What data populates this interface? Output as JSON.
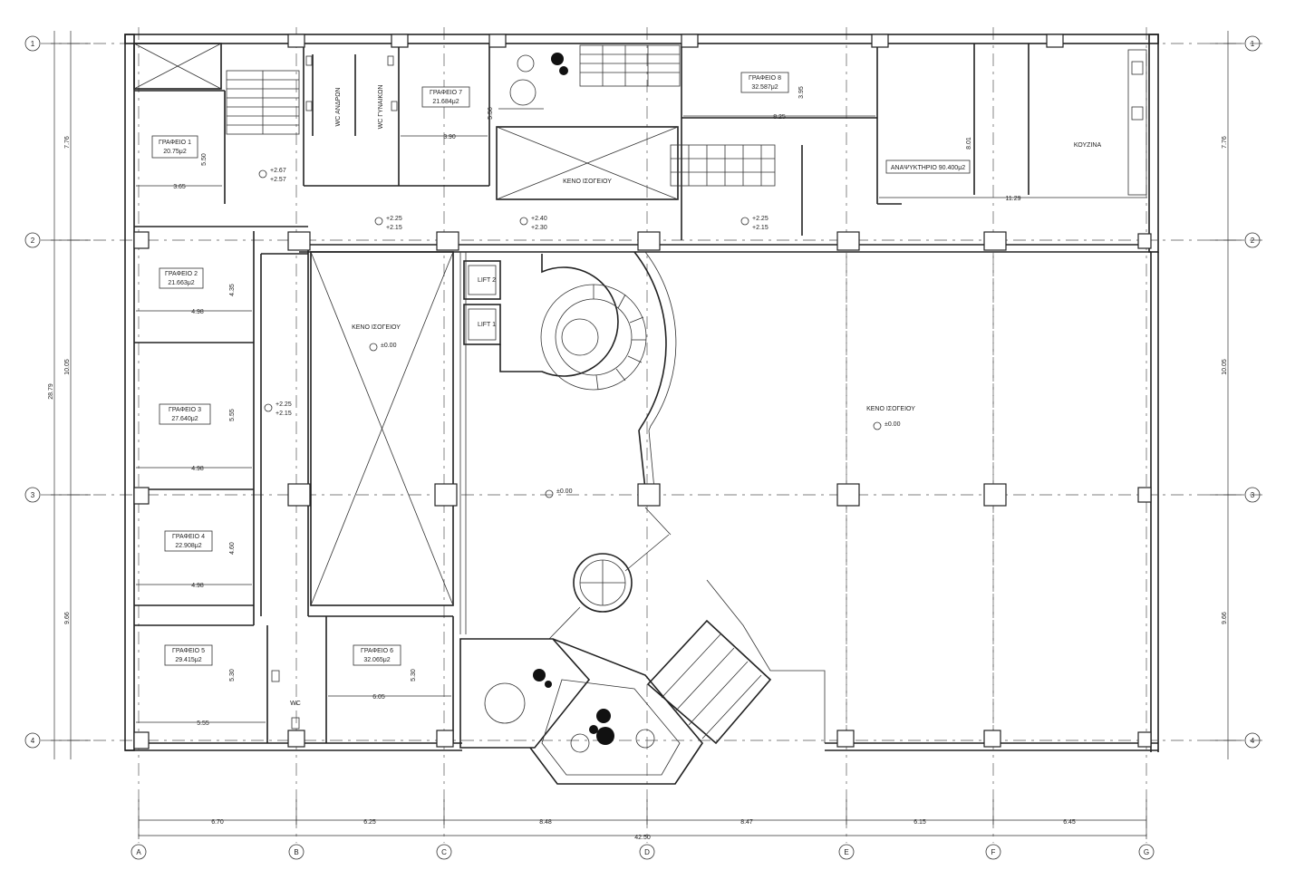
{
  "grid_axes": {
    "columns": [
      "A",
      "B",
      "C",
      "D",
      "E",
      "F",
      "G"
    ],
    "rows": [
      "1",
      "2",
      "3",
      "4"
    ]
  },
  "dimensions": {
    "bottom": [
      "6.70",
      "6.25",
      "8.48",
      "8.47",
      "6.15",
      "6.45"
    ],
    "bottom_total": "42.50",
    "left": [
      "7.76",
      "10.05",
      "9.66"
    ],
    "left_total": "28.79",
    "right": [
      "7.76",
      "10.05",
      "9.66"
    ]
  },
  "rooms": [
    {
      "name": "ΓΡΑΦΕΙΟ 1",
      "area": "20.75μ2"
    },
    {
      "name": "ΓΡΑΦΕΙΟ 2",
      "area": "21.663μ2"
    },
    {
      "name": "ΓΡΑΦΕΙΟ 3",
      "area": "27.640μ2"
    },
    {
      "name": "ΓΡΑΦΕΙΟ 4",
      "area": "22.908μ2"
    },
    {
      "name": "ΓΡΑΦΕΙΟ 5",
      "area": "29.415μ2"
    },
    {
      "name": "ΓΡΑΦΕΙΟ 6",
      "area": "32.065μ2"
    },
    {
      "name": "ΓΡΑΦΕΙΟ 7",
      "area": "21.684μ2"
    },
    {
      "name": "ΓΡΑΦΕΙΟ 8",
      "area": "32.587μ2"
    }
  ],
  "labels": {
    "wc_men": "WC ΑΝΔΡΩΝ",
    "wc_women": "WC ΓΥΝΑΙΚΩΝ",
    "wc": "WC",
    "kitchen": "ΚΟΥΖΙΝΑ",
    "lounge": "ΑΝΑΨΥΚΤΗΡΙΟ 90.400μ2",
    "void_top": "ΚΕΝΟ ΙΣΟΓΕΙΟΥ",
    "void_left": "ΚΕΝΟ ΙΣΟΓΕΙΟΥ",
    "void_main": "ΚΕΝΟ ΙΣΟΓΕΙΟΥ",
    "lift1": "LIFT 1",
    "lift2": "LIFT 2"
  },
  "levels": {
    "l1": "+2.67",
    "l1b": "+2.57",
    "l2": "+2.25",
    "l2b": "+2.15",
    "l3": "+2.40",
    "l3b": "+2.30",
    "l4": "+2.25",
    "l4b": "+2.15",
    "l5": "+2.25",
    "l5b": "+2.15",
    "z1": "±0.00",
    "z2": "±0.00",
    "z3": "±0.00"
  },
  "inner_dims": {
    "d1": "3.65",
    "d2": "5.50",
    "d3": "4.98",
    "d4": "4.35",
    "d5": "4.98",
    "d6": "5.55",
    "d7": "4.98",
    "d8": "4.60",
    "d9": "5.55",
    "d10": "5.30",
    "d11": "6.05",
    "d12": "5.30",
    "d13": "3.90",
    "d14": "5.56",
    "d15": "8.25",
    "d16": "3.95",
    "d17": "8.01",
    "d18": "11.29"
  }
}
